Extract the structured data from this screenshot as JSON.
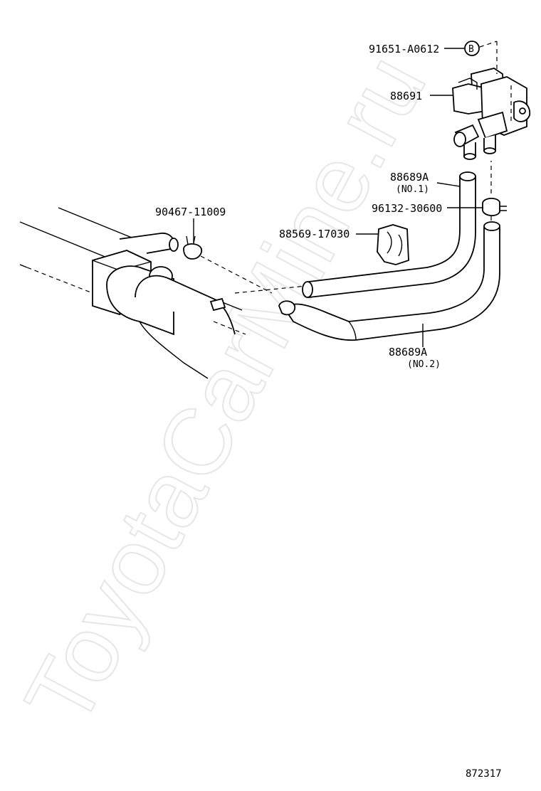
{
  "watermark": "ToyotaCarMine.ru",
  "callout_letter": "B",
  "parts": [
    {
      "id": "valve_clip",
      "number": "91651-A0612"
    },
    {
      "id": "vsv",
      "number": "88691"
    },
    {
      "id": "hose_no1",
      "number": "88689A",
      "note": "(NO.1)"
    },
    {
      "id": "clamp_small",
      "number": "96132-30600"
    },
    {
      "id": "clamp_left",
      "number": "90467-11009"
    },
    {
      "id": "clamp_double",
      "number": "88569-17030"
    },
    {
      "id": "hose_no2",
      "number": "88689A",
      "note": "(NO.2)"
    }
  ],
  "figure_number": "872317"
}
